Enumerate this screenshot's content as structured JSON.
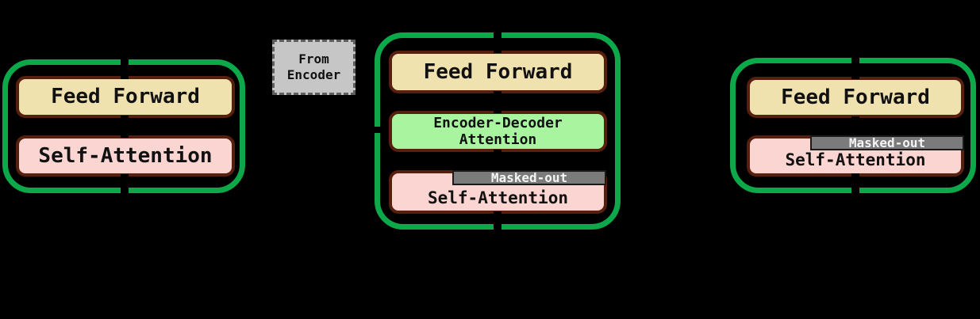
{
  "palette": {
    "canvas_bg": "#000000",
    "stack_border_green": "#0CA84A",
    "box_border_maroon": "#571F0D",
    "feed_forward_fill": "#F0E2AE",
    "self_attention_fill": "#FBD5D2",
    "encoder_decoder_attention_fill": "#A9F49F",
    "masked_bar_fill": "#7B7B7B",
    "masked_bar_text": "#F5F5F5",
    "from_encoder_fill": "#C6C6C6",
    "text_color": "#111111"
  },
  "from_encoder": {
    "line1": "From",
    "line2": "Encoder"
  },
  "stacks": [
    {
      "name": "encoder-block",
      "boxes": [
        {
          "label": "Feed Forward"
        },
        {
          "label": "Self-Attention"
        }
      ]
    },
    {
      "name": "decoder-block",
      "boxes": [
        {
          "label": "Feed Forward"
        },
        {
          "line1": "Encoder-Decoder",
          "line2": "Attention"
        },
        {
          "label": "Self-Attention",
          "masked": "Masked-out"
        }
      ]
    },
    {
      "name": "decoder-only-block",
      "boxes": [
        {
          "label": "Feed Forward"
        },
        {
          "label": "Self-Attention",
          "masked": "Masked-out"
        }
      ]
    }
  ]
}
